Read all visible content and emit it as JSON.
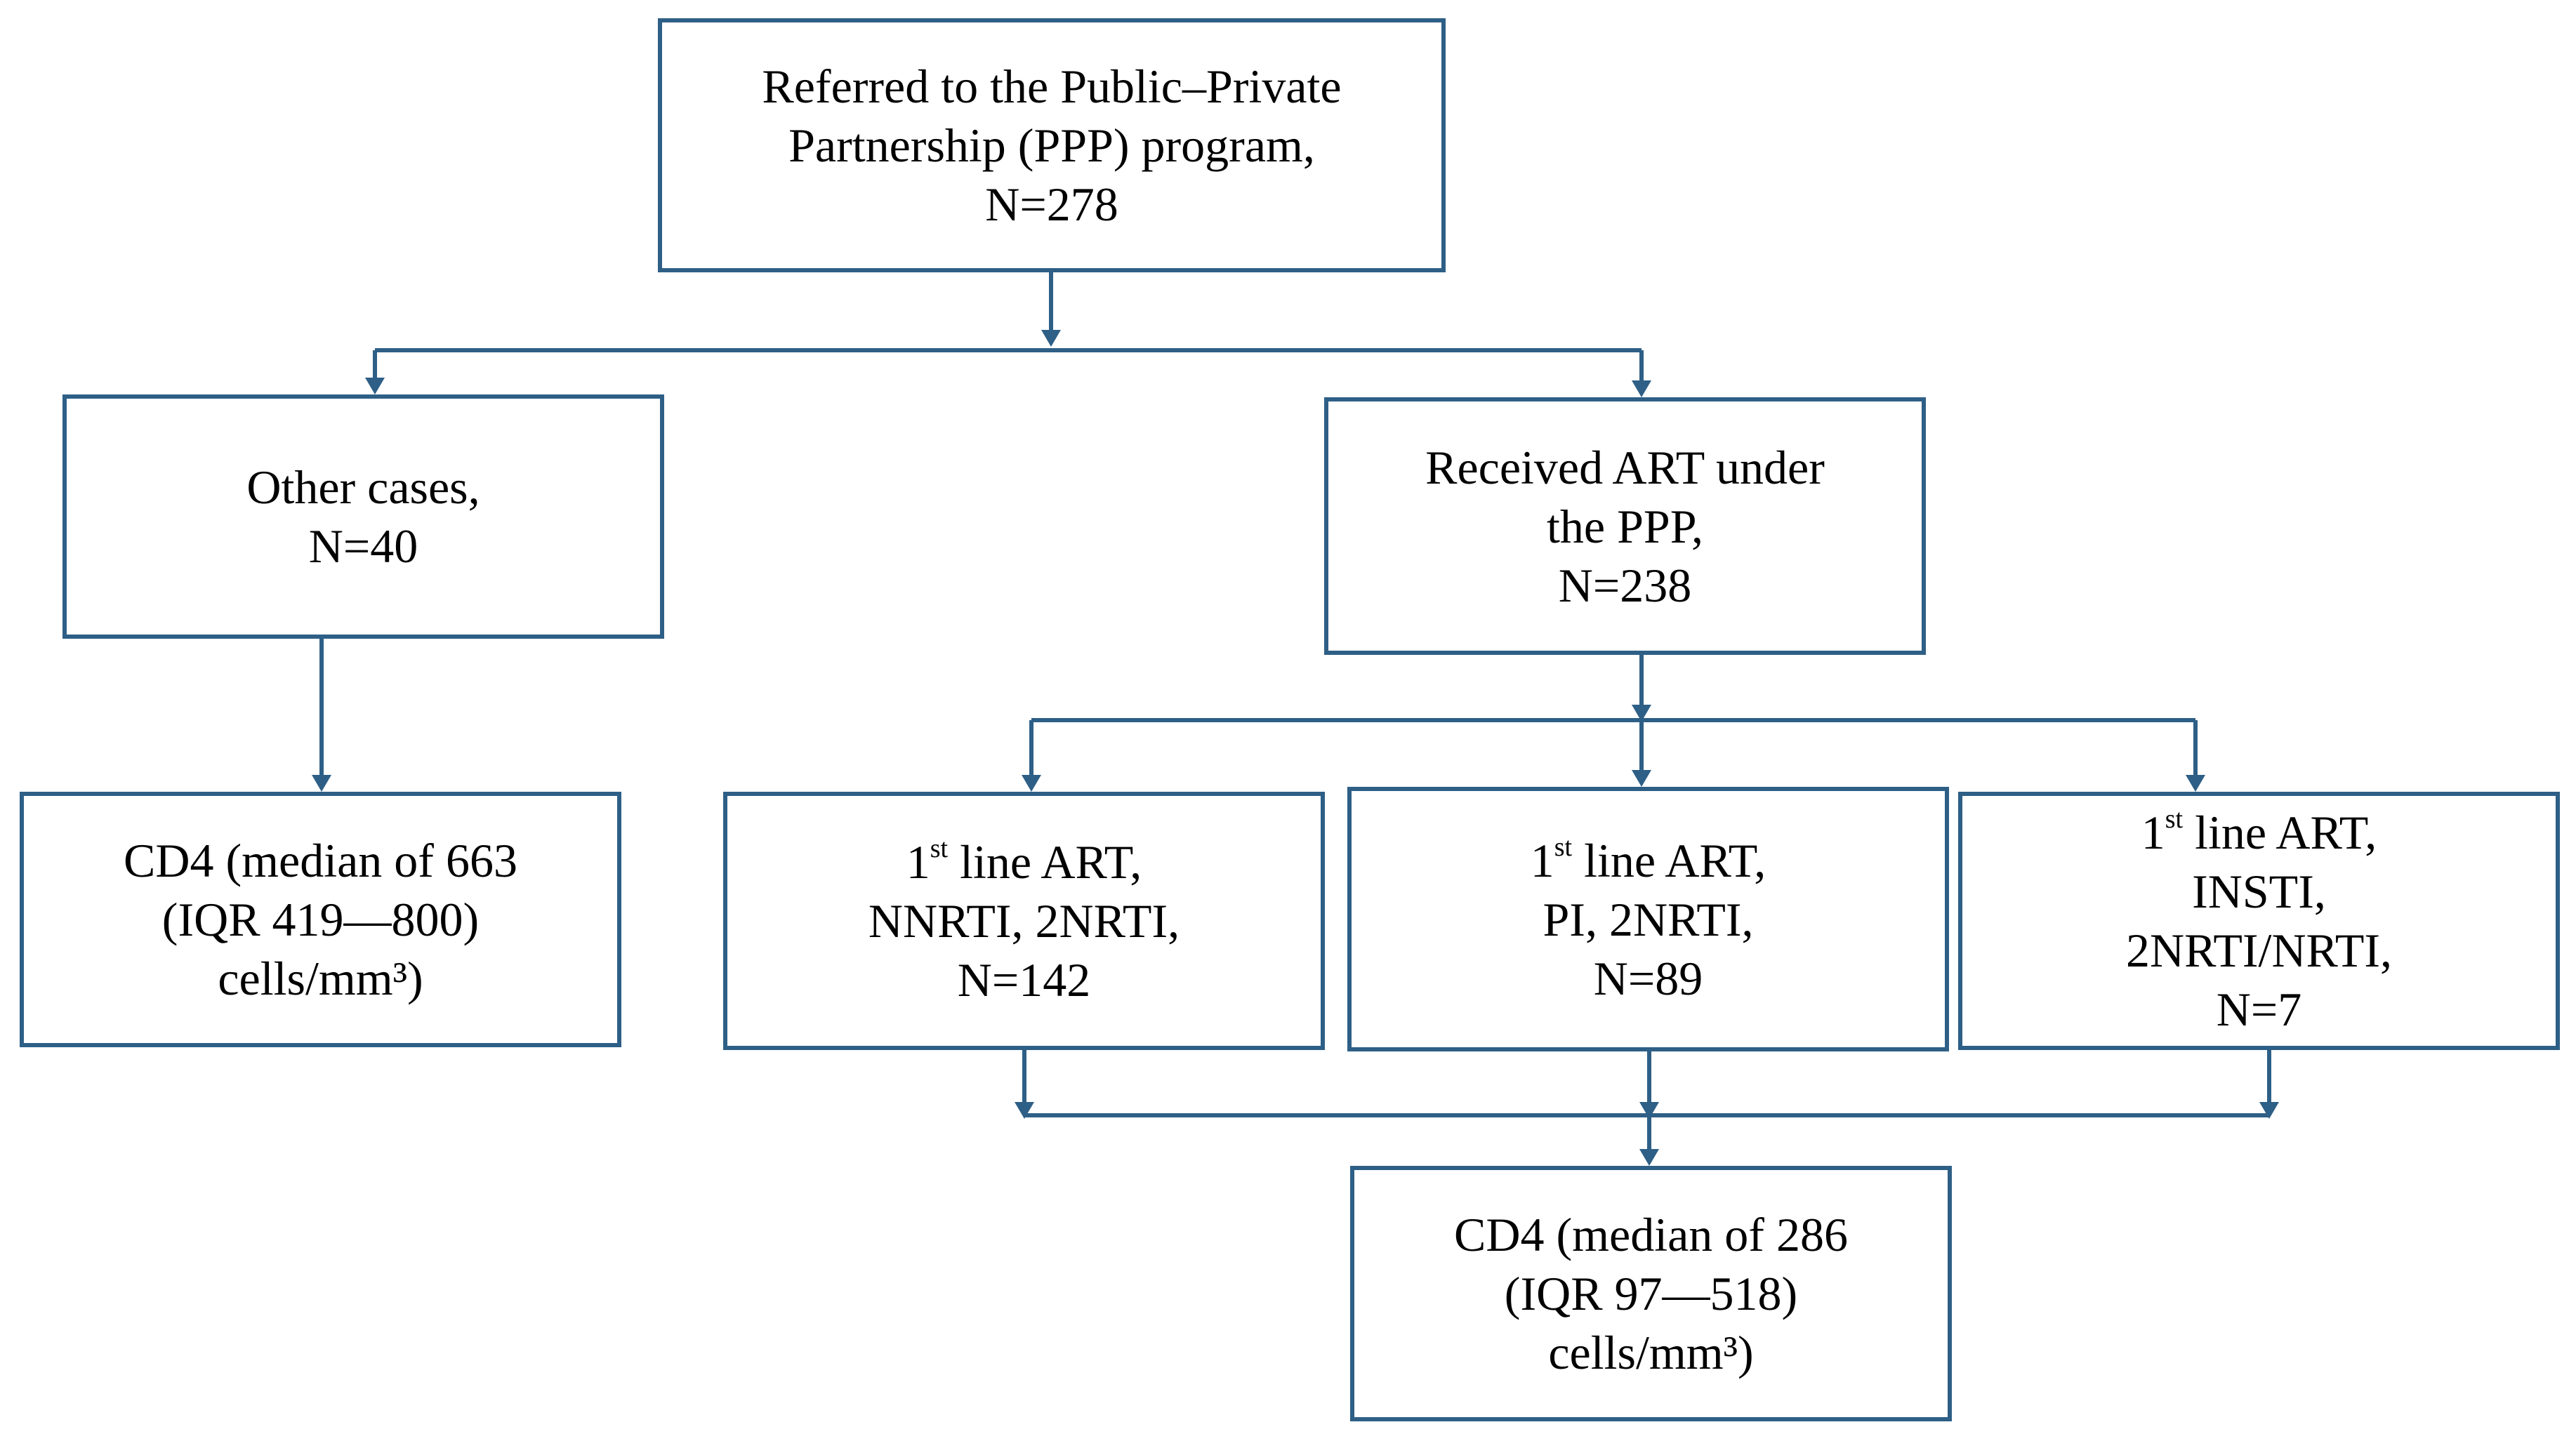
{
  "boxes": {
    "referred": {
      "lines": [
        "Referred to the Public–Private",
        "Partnership (PPP) program,",
        "N=278"
      ]
    },
    "other_cases": {
      "lines": [
        "Other cases,",
        "N=40"
      ]
    },
    "received_art": {
      "lines": [
        "Received ART under",
        "the PPP,",
        "N=238"
      ]
    },
    "cd4_other": {
      "lines": [
        "CD4 (median of 663",
        "(IQR 419—800)",
        "cells/mm³)"
      ]
    },
    "first_line_nnrti": {
      "prefix": "1",
      "sup": "st",
      "lines": [
        " line ART,",
        "NNRTI, 2NRTI,",
        "N=142"
      ]
    },
    "first_line_pi": {
      "prefix": "1",
      "sup": "st",
      "lines": [
        " line ART,",
        "PI, 2NRTI,",
        "N=89"
      ]
    },
    "first_line_insti": {
      "prefix": "1",
      "sup": "st",
      "lines": [
        " line ART,",
        "INSTI,",
        "2NRTI/NRTI,",
        "N=7"
      ]
    },
    "cd4_art": {
      "lines": [
        "CD4 (median of 286",
        "(IQR 97—518)",
        "cells/mm³)"
      ]
    }
  },
  "colors": {
    "border": "#2e5f86",
    "connector": "#2e5f86",
    "text": "#000000",
    "background": "#ffffff"
  }
}
